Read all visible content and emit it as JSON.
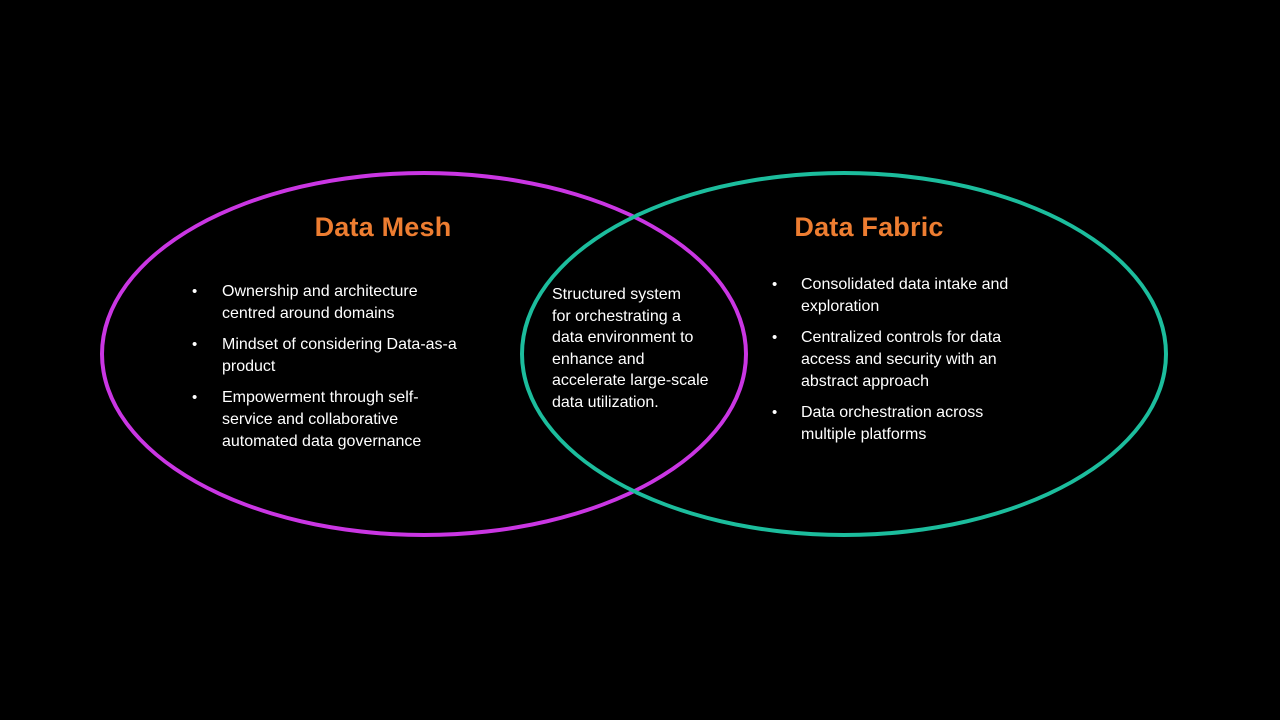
{
  "slide": {
    "background": "#000000",
    "text_color": "#FFFFFF",
    "title_color": "#ED7D31"
  },
  "venn": {
    "left": {
      "title": "Data Mesh",
      "outline_color": "#CA36E3",
      "bullets": [
        "Ownership and architecture centred around domains",
        "Mindset of considering Data-as-a product",
        "Empowerment through self-service and collaborative automated data governance"
      ]
    },
    "right": {
      "title": "Data Fabric",
      "outline_color": "#1CBD9D",
      "bullets": [
        "Consolidated data intake and exploration",
        "Centralized controls for data access and security with an abstract approach",
        "Data orchestration across multiple platforms"
      ]
    },
    "intersection": {
      "lines": [
        "Structured system",
        "for orchestrating a",
        "data environment to",
        "enhance and",
        "accelerate large-scale",
        "data utilization."
      ]
    }
  }
}
